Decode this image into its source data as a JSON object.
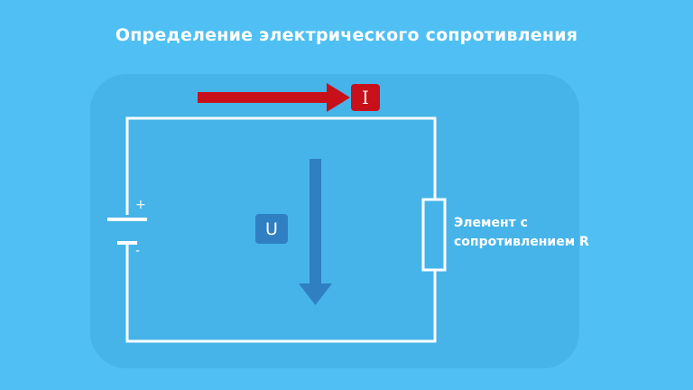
{
  "title": "Определение электрического сопротивления",
  "current_label": "I",
  "voltage_label": "U",
  "battery": {
    "plus": "+",
    "minus": "-"
  },
  "resistor": {
    "label_line1": "Элемент с",
    "label_line2": "сопротивлением R"
  },
  "colors": {
    "background": "#50c0f4",
    "panel": "#46b4e8",
    "wire": "#ffffff",
    "current_arrow": "#c8101a",
    "voltage_arrow": "#2f7fc2"
  }
}
